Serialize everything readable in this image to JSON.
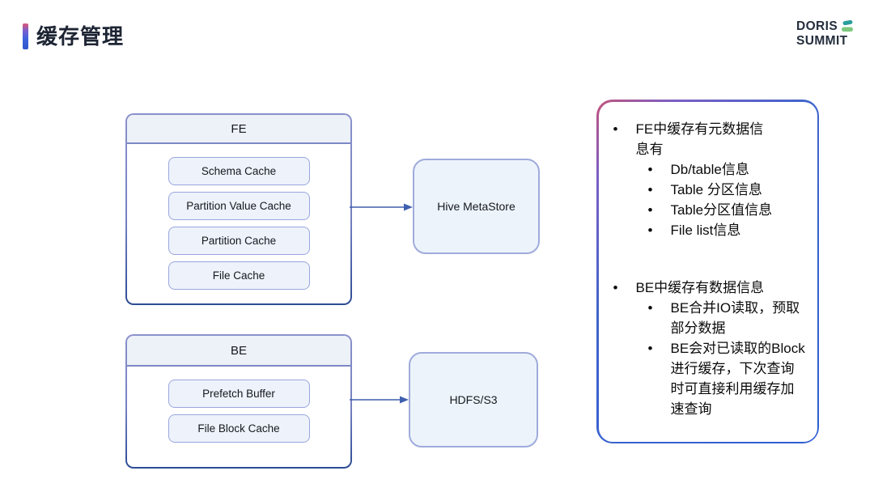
{
  "header": {
    "title": "缓存管理"
  },
  "logo": {
    "line1": "DORIS",
    "line2": "SUMMIT"
  },
  "diagram": {
    "fe": {
      "title": "FE",
      "items": [
        "Schema Cache",
        "Partition Value Cache",
        "Partition Cache",
        "File Cache"
      ]
    },
    "be": {
      "title": "BE",
      "items": [
        "Prefetch Buffer",
        "File Block Cache"
      ]
    },
    "targets": {
      "metastore": "Hive MetaStore",
      "storage": "HDFS/S3"
    }
  },
  "panel": {
    "sections": [
      {
        "text": "FE中缓存有元数据信息有",
        "sub": [
          "Db/table信息",
          "Table 分区信息",
          "Table分区值信息",
          "File list信息"
        ]
      },
      {
        "text": "BE中缓存有数据信息",
        "sub": [
          "BE合并IO读取，预取部分数据",
          "BE会对已读取的Block进行缓存，下次查询时可直接利用缓存加速查询"
        ]
      }
    ]
  },
  "colors": {
    "accent_pink": "#dd5672",
    "accent_blue": "#3a63d8",
    "group_border_top": "#8a92cc",
    "group_border_bottom": "#2d4c94",
    "group_header_fill": "#edf1f8",
    "cache_box_fill": "#edf2fb",
    "cache_box_border": "#9aa6dd",
    "arrow": "#3f5fae",
    "panel_border_pink": "#c2537c",
    "panel_border_blue": "#2e5ed2",
    "logo_teal": "#2b9d9d",
    "logo_green": "#7dc87f",
    "title_text": "#1d2433"
  }
}
